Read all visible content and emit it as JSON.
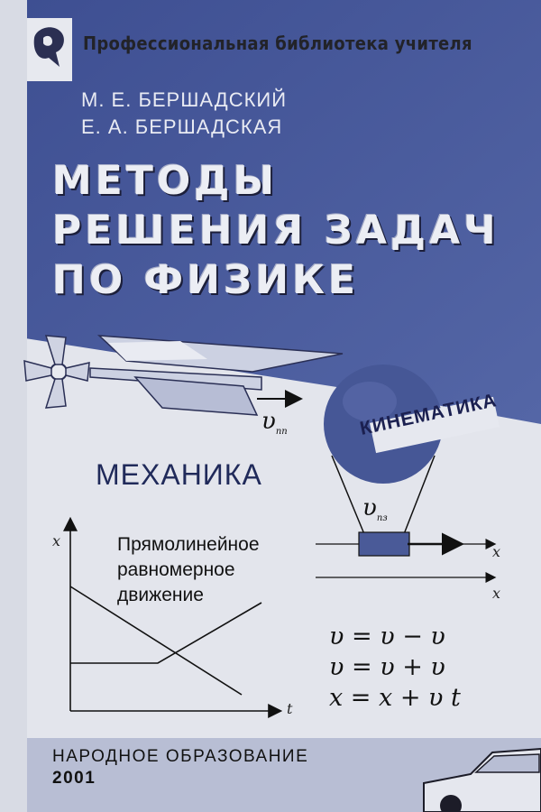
{
  "series_title": "Профессиональная библиотека учителя",
  "authors": [
    "М. Е. БЕРШАДСКИЙ",
    "Е. А. БЕРШАДСКАЯ"
  ],
  "title_lines": [
    "МЕТОДЫ",
    "РЕШЕНИЯ ЗАДАЧ",
    "ПО ФИЗИКЕ"
  ],
  "section": "МЕХАНИКА",
  "subsection": "КИНЕМАТИКА",
  "topic_lines": [
    "Прямолинейное",
    "равномерное",
    "движение"
  ],
  "graph_labels": {
    "y_axis": "x",
    "x_axis": "t"
  },
  "vector_labels": {
    "plane": "υ",
    "plane_sub": "пп",
    "balloon": "υ",
    "balloon_sub": "пз"
  },
  "right_axis_labels": [
    "x",
    "x"
  ],
  "formulas": [
    "υ = υ − υ",
    "υ = υ + υ",
    "x = x + υ t"
  ],
  "publisher": "НАРОДНОЕ ОБРАЗОВАНИЕ",
  "year": "2001",
  "colors": {
    "cover_blue": "#4a5a98",
    "dark_blue": "#2c3a78",
    "light_bg": "#e3e5ec",
    "bottom_band": "#b8bed4"
  },
  "icons": [
    "publisher-logo-icon",
    "propeller-icon",
    "airplane-icon",
    "balloon-icon",
    "car-icon"
  ]
}
